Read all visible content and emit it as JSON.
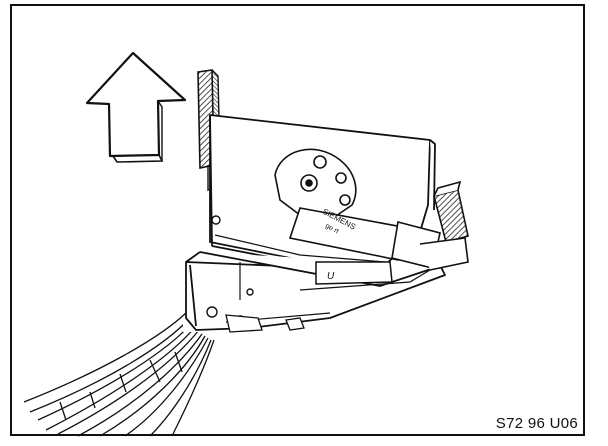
{
  "figure": {
    "code": "S72 96 U06",
    "switch_brand": "SIEMENS",
    "switch_marking": "ge  rt",
    "base_marking": "U",
    "colors": {
      "ink": "#111111",
      "background": "#ffffff",
      "hatch": "#222222"
    }
  }
}
